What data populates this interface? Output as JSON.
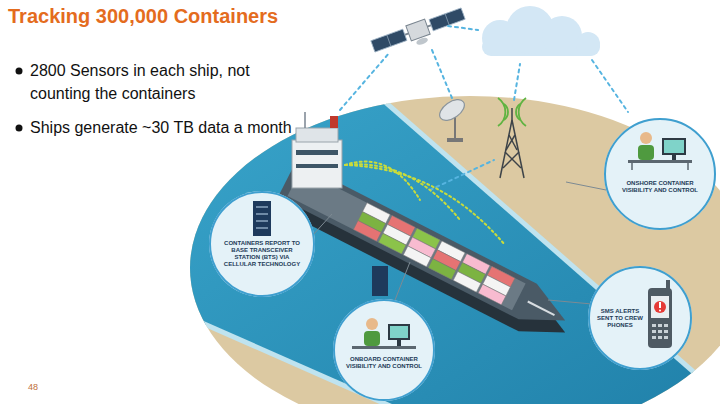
{
  "diagram": {
    "title": "Tracking 300,000 Containers",
    "nodes": [
      {
        "text": [
          "ONSHORE CONTAINER VISIBILITY AND CONTROL"
        ]
      },
      {
        "text": [
          "CONTAINERS REPORT TO BASE TRANSCEIVER STATION (BTS) VIA CELLULAR TECHNOLOGY"
        ]
      },
      {
        "text": [
          "SMS ALERTS SENT TO CREW PHONES"
        ]
      },
      {
        "text": [
          "ONBOARD CONTAINER VISIBILITY AND CONTROL"
        ]
      }
    ],
    "labels": [
      "2800 Sensors in each ship, not counting the containers",
      "Ships generate ~30 TB data a month",
      "48"
    ]
  }
}
